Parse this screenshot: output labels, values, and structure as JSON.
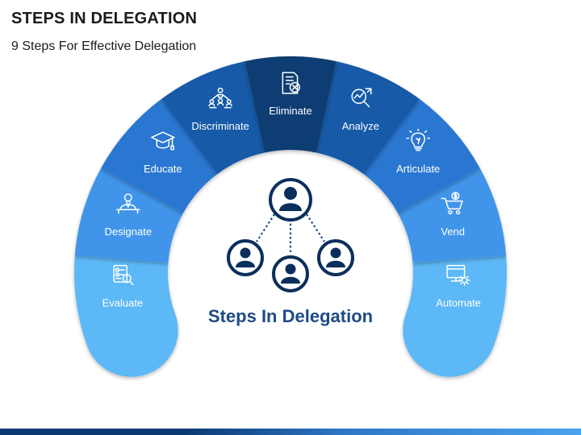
{
  "header": {
    "title": "STEPS IN DELEGATION",
    "subtitle": "9 Steps For Effective Delegation"
  },
  "center": {
    "label": "Steps In Delegation",
    "icon": "org-hierarchy-icon",
    "color": "#1d4a86"
  },
  "steps": [
    {
      "label": "Evaluate",
      "icon": "checklist-magnifier-icon",
      "color": "#5cb8f6"
    },
    {
      "label": "Designate",
      "icon": "person-at-desk-icon",
      "color": "#3f95ea"
    },
    {
      "label": "Educate",
      "icon": "graduation-cap-icon",
      "color": "#2977d2"
    },
    {
      "label": "Discriminate",
      "icon": "people-network-icon",
      "color": "#165aa8"
    },
    {
      "label": "Eliminate",
      "icon": "document-remove-icon",
      "color": "#0e3d72"
    },
    {
      "label": "Analyze",
      "icon": "magnifier-chart-icon",
      "color": "#165aa8"
    },
    {
      "label": "Articulate",
      "icon": "lightbulb-icon",
      "color": "#2977d2"
    },
    {
      "label": "Vend",
      "icon": "shopping-cart-dollar-icon",
      "color": "#3f95ea"
    },
    {
      "label": "Automate",
      "icon": "monitor-gear-icon",
      "color": "#5cb8f6"
    }
  ]
}
